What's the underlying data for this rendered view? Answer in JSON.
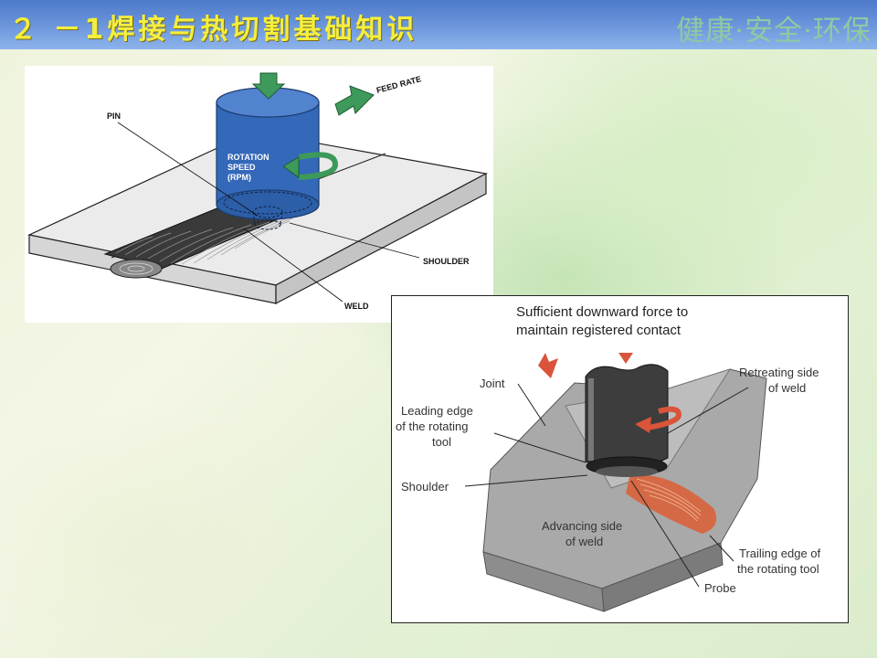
{
  "header": {
    "title": "２ －1焊接与热切割基础知识",
    "slogan": "健康·安全·环保"
  },
  "diagram1": {
    "labels": {
      "feed_rate": "FEED RATE",
      "pin": "PIN",
      "rotation_1": "ROTATION",
      "rotation_2": "SPEED",
      "rotation_3": "(RPM)",
      "shoulder": "SHOULDER",
      "weld": "WELD"
    },
    "colors": {
      "tool": "#3468b8",
      "arrow": "#3d9a5a",
      "plate": "#e6e6e6"
    }
  },
  "diagram2": {
    "title_line1": "Sufficient downward force to",
    "title_line2": "maintain registered contact",
    "labels": {
      "joint": "Joint",
      "retreating_1": "Retreating side",
      "retreating_2": "of weld",
      "leading_1": "Leading edge",
      "leading_2": "of the rotating",
      "leading_3": "tool",
      "shoulder": "Shoulder",
      "advancing_1": "Advancing side",
      "advancing_2": "of weld",
      "trailing_1": "Trailing edge of",
      "trailing_2": "the rotating tool",
      "probe": "Probe"
    },
    "colors": {
      "weld": "#d9623a",
      "arrow": "#d9543a"
    }
  }
}
